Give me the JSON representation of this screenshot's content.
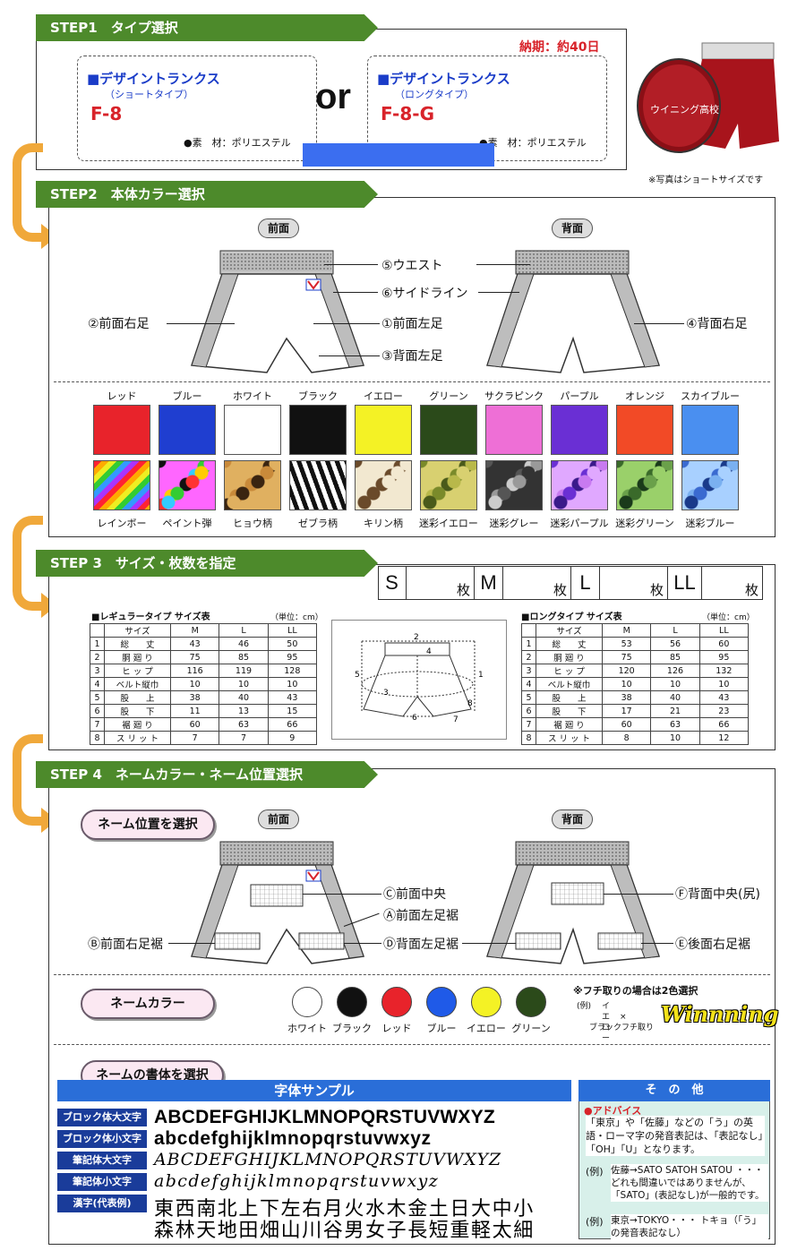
{
  "step1": {
    "tab": "STEP1　タイプ選択",
    "delivery": "納期：約40日",
    "left": {
      "title": "■デザイントランクス",
      "subtitle": "（ショートタイプ）",
      "code": "F-8",
      "material": "●素　材：ポリエステル"
    },
    "or": "or",
    "right": {
      "title": "■デザイントランクス",
      "subtitle": "（ロングタイプ）",
      "code": "F-8-G",
      "material": "●素　材：ポリエステル"
    },
    "photo_note": "※写真はショートサイズです"
  },
  "step2": {
    "tab": "STEP2　本体カラー選択",
    "front_label": "前面",
    "back_label": "背面",
    "callouts": {
      "waist": "⑤ウエスト",
      "sideline": "⑥サイドライン",
      "front_left": "①前面左足",
      "back_left": "③背面左足",
      "front_right": "②前面右足",
      "back_right": "④背面右足"
    },
    "colors": [
      {
        "label": "レッド",
        "hex": "#e8232b"
      },
      {
        "label": "ブルー",
        "hex": "#1f3ed0"
      },
      {
        "label": "ホワイト",
        "hex": "#ffffff"
      },
      {
        "label": "ブラック",
        "hex": "#111111"
      },
      {
        "label": "イエロー",
        "hex": "#f4f225"
      },
      {
        "label": "グリーン",
        "hex": "#2b4a1a"
      },
      {
        "label": "サクラピンク",
        "hex": "#ee6fd6"
      },
      {
        "label": "パープル",
        "hex": "#6a2fd4"
      },
      {
        "label": "オレンジ",
        "hex": "#f24a26"
      },
      {
        "label": "スカイブルー",
        "hex": "#4a8ff0"
      }
    ],
    "patterns": [
      "レインボー",
      "ペイント弾",
      "ヒョウ柄",
      "ゼブラ柄",
      "キリン柄",
      "迷彩イエロー",
      "迷彩グレー",
      "迷彩パープル",
      "迷彩グリーン",
      "迷彩ブルー"
    ]
  },
  "step3": {
    "tab": "STEP 3　サイズ・枚数を指定",
    "order": [
      {
        "size": "S",
        "unit": "枚"
      },
      {
        "size": "M",
        "unit": "枚"
      },
      {
        "size": "L",
        "unit": "枚"
      },
      {
        "size": "LL",
        "unit": "枚"
      }
    ],
    "regular": {
      "title": "■レギュラータイプ サイズ表",
      "unit": "（単位：cm）",
      "header": [
        "",
        "サイズ",
        "M",
        "L",
        "LL"
      ],
      "rows": [
        [
          "1",
          "総　　丈",
          "43",
          "46",
          "50"
        ],
        [
          "2",
          "胴 廻 り",
          "75",
          "85",
          "95"
        ],
        [
          "3",
          "ヒ ッ プ",
          "116",
          "119",
          "128"
        ],
        [
          "4",
          "ベルト縦巾",
          "10",
          "10",
          "10"
        ],
        [
          "5",
          "股　　上",
          "38",
          "40",
          "43"
        ],
        [
          "6",
          "股　　下",
          "11",
          "13",
          "15"
        ],
        [
          "7",
          "裾 廻 り",
          "60",
          "63",
          "66"
        ],
        [
          "8",
          "ス リ ッ ト",
          "7",
          "7",
          "9"
        ]
      ]
    },
    "long": {
      "title": "■ロングタイプ サイズ表",
      "unit": "（単位：cm）",
      "header": [
        "",
        "サイズ",
        "M",
        "L",
        "LL"
      ],
      "rows": [
        [
          "1",
          "総　　丈",
          "53",
          "56",
          "60"
        ],
        [
          "2",
          "胴 廻 り",
          "75",
          "85",
          "95"
        ],
        [
          "3",
          "ヒ ッ プ",
          "120",
          "126",
          "132"
        ],
        [
          "4",
          "ベルト縦巾",
          "10",
          "10",
          "10"
        ],
        [
          "5",
          "股　　上",
          "38",
          "40",
          "43"
        ],
        [
          "6",
          "股　　下",
          "17",
          "21",
          "23"
        ],
        [
          "7",
          "裾 廻 り",
          "60",
          "63",
          "66"
        ],
        [
          "8",
          "ス リ ッ ト",
          "8",
          "10",
          "12"
        ]
      ]
    },
    "diagram_nums": [
      "2",
      "4",
      "5",
      "1",
      "3",
      "6",
      "7",
      "8"
    ]
  },
  "step4": {
    "tab": "STEP 4　ネームカラー・ネーム位置選択",
    "position_pill": "ネーム位置を選択",
    "front_label": "前面",
    "back_label": "背面",
    "positions": {
      "c": "Ⓒ前面中央",
      "a": "Ⓐ前面左足裾",
      "b": "Ⓑ前面右足裾",
      "d": "Ⓓ背面左足裾",
      "f": "Ⓕ背面中央(尻)",
      "e": "Ⓔ後面右足裾"
    },
    "color_pill": "ネームカラー",
    "name_colors": [
      {
        "label": "ホワイト",
        "hex": "#ffffff"
      },
      {
        "label": "ブラック",
        "hex": "#111111"
      },
      {
        "label": "レッド",
        "hex": "#e8232b"
      },
      {
        "label": "ブルー",
        "hex": "#1f5ae8"
      },
      {
        "label": "イエロー",
        "hex": "#f4f225"
      },
      {
        "label": "グリーン",
        "hex": "#2b4a1a"
      }
    ],
    "border_note": "※フチ取りの場合は2色選択",
    "example": "(例)　イエロー\n×\nブラックフチ取り",
    "example_lines": [
      "(例)",
      "イエロー",
      "×",
      "ブラックフチ取り"
    ],
    "logo": "Winnning",
    "font_pill": "ネームの書体を選択",
    "font_header": "字体サンプル",
    "fonts": [
      {
        "tag": "ブロック体大文字",
        "sample": "ABCDEFGHIJKLMNOPQRSTUVWXYZ"
      },
      {
        "tag": "ブロック体小文字",
        "sample": "abcdefghijklmnopqrstuvwxyz"
      },
      {
        "tag": "筆記体大文字",
        "sample": "ABCDEFGHIJKLMNOPQRSTUVWXYZ"
      },
      {
        "tag": "筆記体小文字",
        "sample": "abcdefghijklmnopqrstuvwxyz"
      },
      {
        "tag": "漢字(代表例)",
        "sample": "東西南北上下左右月火水木金土日大中小"
      },
      {
        "tag": "",
        "sample": "森林天地田畑山川谷男女子長短重軽太細"
      }
    ],
    "other_header": "そ　の　他",
    "advice_title": "●アドバイス",
    "advice_text": "「東京」や「佐藤」などの「う」の英語・ローマ字の発音表記は、「表記なし」「OH」「U」となります。",
    "ex1_label": "(例)",
    "ex1_text": "佐藤→SATO SATOH SATOU ・・・どれも間違いではありませんが、「SATO」(表記なし)が一般的です。",
    "ex2_label": "(例)",
    "ex2_text": "東京→TOKYO・・・ トキョ（「う」の発音表記なし）"
  }
}
